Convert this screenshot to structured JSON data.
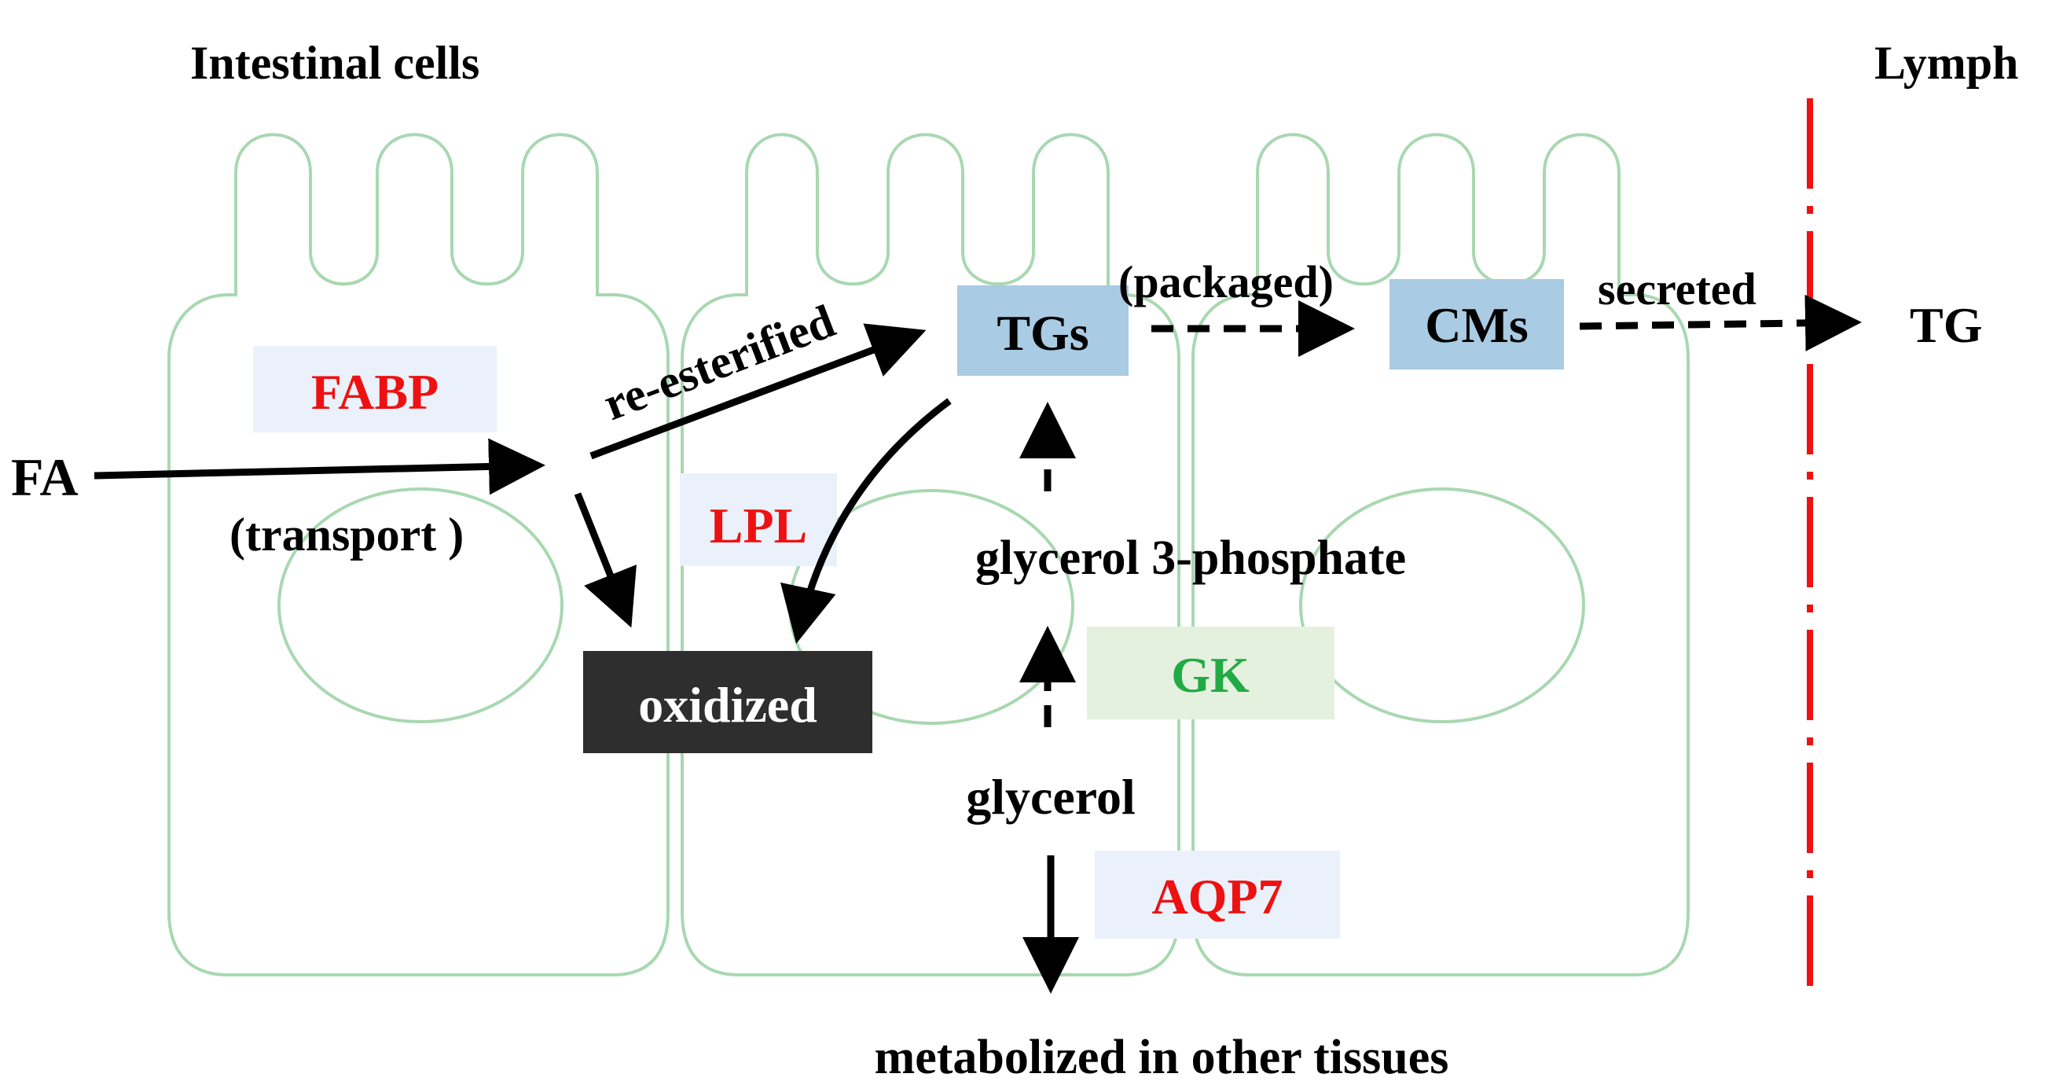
{
  "labels": {
    "intestinal_cells": "Intestinal cells",
    "lymph": "Lymph",
    "fa": "FA",
    "transport": "(transport )",
    "re_esterified": "re-esterified",
    "tgs": "TGs",
    "packaged": "(packaged)",
    "cms": "CMs",
    "secreted": "secreted",
    "tg": "TG",
    "fabp": "FABP",
    "lpl": "LPL",
    "oxidized": "oxidized",
    "glycerol_3_phosphate": "glycerol 3-phosphate",
    "gk": "GK",
    "glycerol": "glycerol",
    "aqp7": "AQP7",
    "metabolized": "metabolized in other tissues"
  },
  "colors": {
    "cell_outline": "#a8d8b0",
    "enzyme_red": "#ee1111",
    "enzyme_green": "#22aa44",
    "tg_box": "#a9cbe3",
    "enzyme_box": "#eaf1fa",
    "gk_box": "#e4f1de",
    "oxidized_box": "#2e2e2e",
    "lymph_line": "#ee1111",
    "arrow": "#000000"
  }
}
